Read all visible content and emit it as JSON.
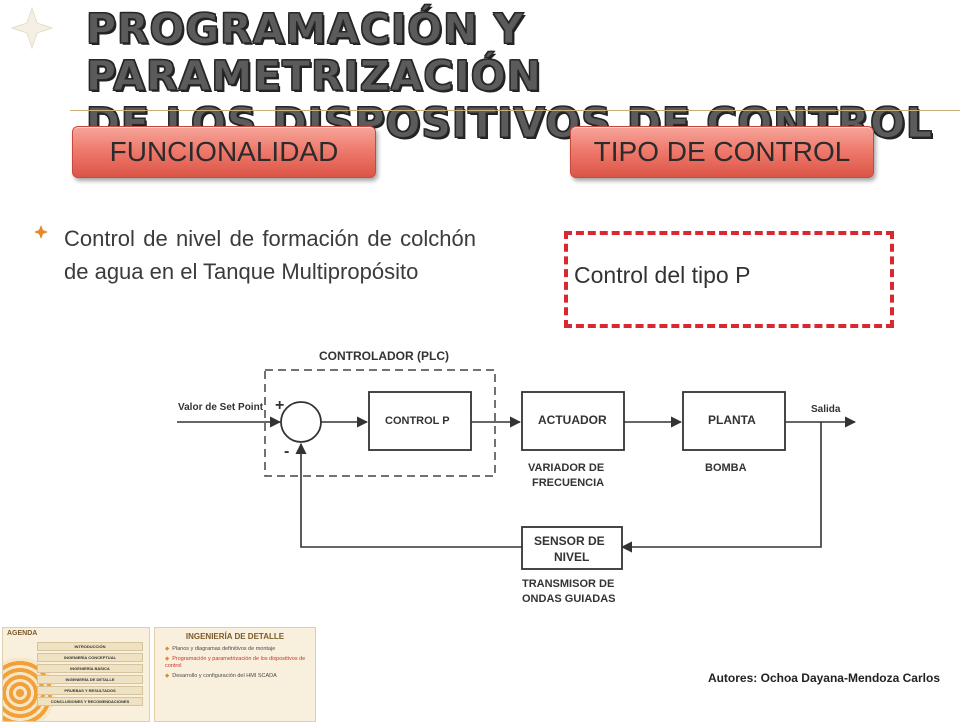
{
  "title": {
    "line1": "PROGRAMACIÓN Y PARAMETRIZACIÓN",
    "line2": "DE LOS DISPOSITIVOS DE CONTROL"
  },
  "pills": {
    "funcionalidad": "FUNCIONALIDAD",
    "tipo_control": "TIPO DE CONTROL"
  },
  "bullet": {
    "text": "Control de nivel de formación de colchón de agua en el Tanque Multipropósito"
  },
  "control_type": {
    "text": "Control del tipo P"
  },
  "diagram": {
    "controller_group": "CONTROLADOR (PLC)",
    "input": "Valor de Set Point",
    "plus": "+",
    "minus": "-",
    "block_control": "CONTROL P",
    "block_actuator": "ACTUADOR",
    "actuator_sub1": "VARIADOR DE",
    "actuator_sub2": "FRECUENCIA",
    "block_plant": "PLANTA",
    "plant_sub": "BOMBA",
    "output": "Salida",
    "sensor_line1": "SENSOR DE",
    "sensor_line2": "NIVEL",
    "sensor_sub1": "TRANSMISOR DE",
    "sensor_sub2": "ONDAS GUIADAS"
  },
  "agenda": {
    "heading": "AGENDA",
    "items": [
      "INTRODUCCIÓN",
      "INGENIERÍA CONCEPTUAL",
      "INGENIERÍA BÁSICA",
      "INGENIERÍA DE DETALLE",
      "PRUEBAS Y RESULTADOS",
      "CONCLUSIONES Y RECOMENDACIONES"
    ]
  },
  "detail": {
    "heading": "INGENIERÍA DE DETALLE",
    "items": [
      "Planos y diagramas definitivos de montaje",
      "Programación y parametrización de los dispositivos de control",
      "Desarrollo y configuración del HMI SCADA"
    ]
  },
  "authors": "Autores: Ochoa Dayana-Mendoza Carlos",
  "colors": {
    "accent_red": "#dc5547",
    "dash_red": "#d9282f",
    "title_gray": "#5b5b5b",
    "icon_orange": "#e08a2b"
  }
}
